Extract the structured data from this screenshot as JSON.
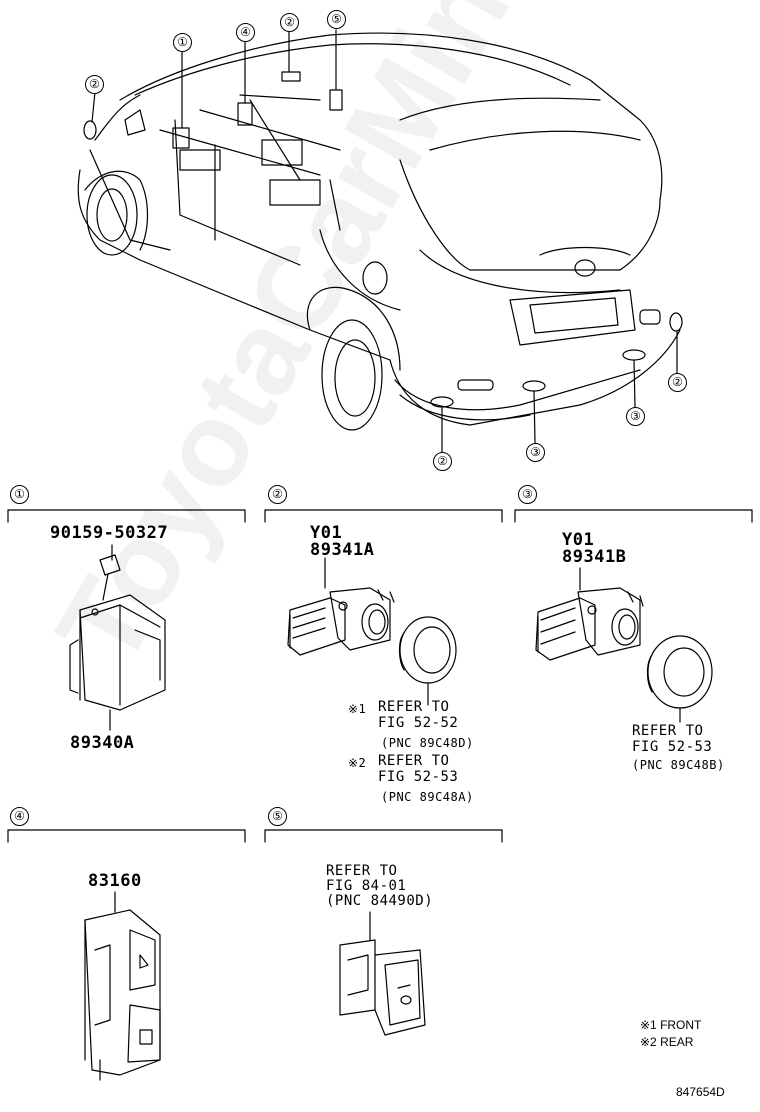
{
  "watermark": "ToyotaCarMine.ru",
  "overview": {
    "callouts": [
      {
        "id": "c-top-1",
        "label": "①"
      },
      {
        "id": "c-top-4",
        "label": "④"
      },
      {
        "id": "c-top-2",
        "label": "②"
      },
      {
        "id": "c-top-5",
        "label": "⑤"
      },
      {
        "id": "c-left-2",
        "label": "②"
      },
      {
        "id": "c-right-2",
        "label": "②"
      },
      {
        "id": "c-r3a",
        "label": "③"
      },
      {
        "id": "c-r3b",
        "label": "③"
      },
      {
        "id": "c-r2",
        "label": "②"
      }
    ]
  },
  "sections": {
    "s1": {
      "label": "①",
      "bolt_part": "90159-50327",
      "module_part": "89340A"
    },
    "s2": {
      "label": "②",
      "code": "Y01",
      "part": "89341A",
      "ref1_mark": "※1",
      "ref1_line1": "REFER TO",
      "ref1_line2": "FIG 52-52",
      "ref1_pnc": "(PNC 89C48D)",
      "ref2_mark": "※2",
      "ref2_line1": "REFER TO",
      "ref2_line2": "FIG 52-53",
      "ref2_pnc": "(PNC 89C48A)"
    },
    "s3": {
      "label": "③",
      "code": "Y01",
      "part": "89341B",
      "ref_line1": "REFER TO",
      "ref_line2": "FIG 52-53",
      "ref_pnc": "(PNC 89C48B)"
    },
    "s4": {
      "label": "④",
      "part": "83160"
    },
    "s5": {
      "label": "⑤",
      "ref_line1": "REFER TO",
      "ref_line2": "FIG 84-01",
      "ref_pnc": "(PNC 84490D)"
    }
  },
  "legend": {
    "note1": "※1 FRONT",
    "note2": "※2 REAR"
  },
  "diagram_id": "847654D"
}
